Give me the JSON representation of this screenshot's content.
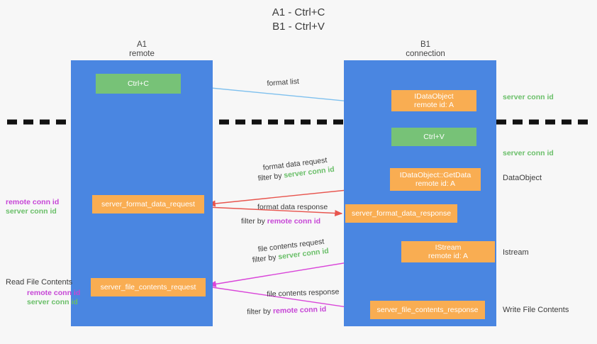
{
  "diagram": {
    "title": "A1 - Ctrl+C\nB1 - Ctrl+V",
    "columns": [
      {
        "name": "A1",
        "sub": "remote",
        "label": "A1\nremote"
      },
      {
        "name": "B1",
        "sub": "connection",
        "label": "B1\nconnection"
      }
    ],
    "nodes": {
      "ctrl_c": "Ctrl+C",
      "idataobject": "IDataObject\nremote id: A",
      "ctrl_v": "Ctrl+V",
      "getdata": "IDataObject::GetData\nremote id: A",
      "server_format_data_request": "server_format_data_request",
      "server_format_data_response": "server_format_data_response",
      "istream": "IStream\nremote id: A",
      "server_file_contents_request": "server_file_contents_request",
      "server_file_contents_response": "server_file_contents_response"
    },
    "edge_labels": {
      "format_list": "format list",
      "format_data_request": "format data request",
      "format_data_request_filter_prefix": "filter by ",
      "format_data_request_filter_value": "server conn id",
      "format_data_response": "format data response",
      "format_data_response_filter_prefix": "filter by ",
      "format_data_response_filter_value": "remote conn id",
      "file_contents_request": "file contents request",
      "file_contents_request_filter_prefix": "filter by ",
      "file_contents_request_filter_value": "server conn id",
      "file_contents_response": "file contents response",
      "file_contents_response_filter_prefix": "filter by ",
      "file_contents_response_filter_value": "remote conn id"
    },
    "annotations": {
      "server_conn_id_top": "server conn id",
      "server_conn_id_second": "server conn id",
      "dataobject": "DataObject",
      "istream": "Istream",
      "write_file_contents": "Write File Contents",
      "read_file_contents": "Read File Contents",
      "remote_conn_id": "remote conn id",
      "server_conn_id": "server conn id"
    },
    "colors": {
      "lane": "#4a86e1",
      "node_green": "#77c277",
      "node_orange": "#f9ad52",
      "conn_green": "#6abf69",
      "conn_magenta": "#c645d6",
      "arrow_blue": "#7ec0ee",
      "arrow_red": "#e8554e",
      "arrow_magenta": "#d945d9",
      "arrow_black": "#111111",
      "background": "#f7f7f7"
    }
  }
}
